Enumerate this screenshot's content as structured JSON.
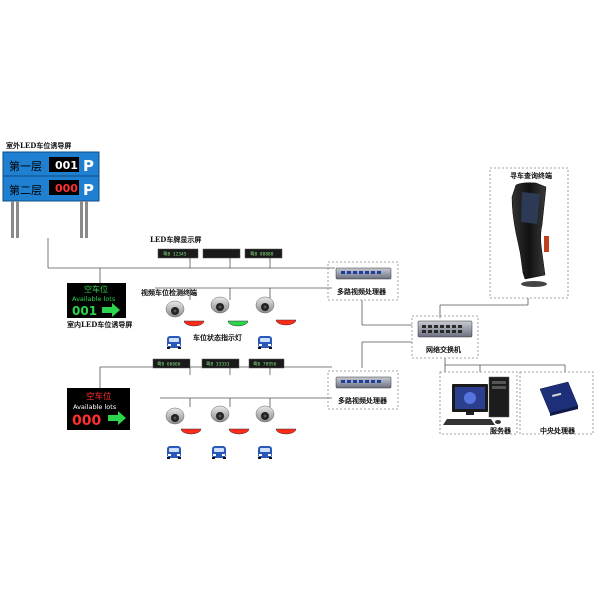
{
  "labels": {
    "outdoor_led_guide": "室外LED车位诱导屏",
    "floor1": "第一层",
    "floor1_count": "001",
    "floor2": "第二层",
    "floor2_count": "000",
    "parking_p": "P",
    "led_plate_display": "LED车牌显示屏",
    "plate1": "粤B 12345",
    "plate2": "",
    "plate3": "粤B 88888",
    "plate4": "粤B 66666",
    "plate5": "粤B 33333",
    "plate6": "粤B 78956",
    "video_detect_terminal": "视频车位检测终端",
    "status_indicator": "车位状态指示灯",
    "indoor_led_guide": "室内LED车位诱导屏",
    "empty_spaces": "空车位",
    "available_lots": "Available lots",
    "indoor1_count": "001",
    "indoor2_count": "000",
    "video_processor_1": "多路视频处理器",
    "video_processor_2": "多路视频处理器",
    "network_switch": "网络交换机",
    "car_finder_terminal": "寻车查询终端",
    "server": "服务器",
    "central_processor": "中央处理器"
  },
  "colors": {
    "sign_blue": "#1f7fd0",
    "line": "#555555",
    "dashed": "#888888",
    "green_led": "#2bd44a",
    "red_led": "#ff2a1a",
    "car_blue": "#2a58b8"
  }
}
